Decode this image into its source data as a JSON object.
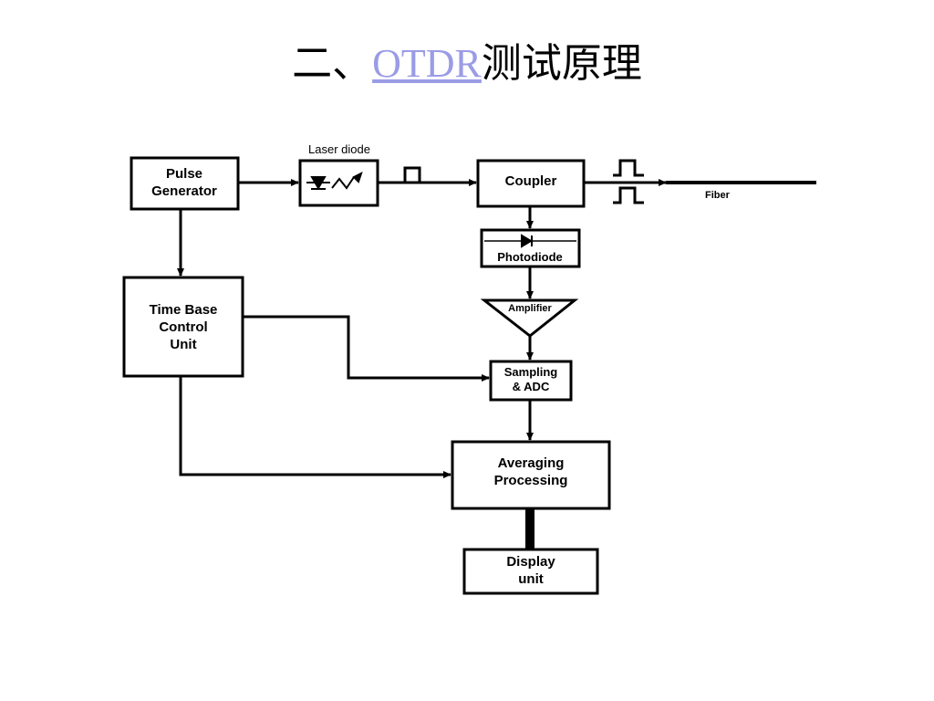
{
  "title": {
    "prefix": "二、",
    "link": "OTDR",
    "suffix": "测试原理"
  },
  "diagram": {
    "pulse_generator": [
      "Pulse",
      "Generator"
    ],
    "laser_diode_label": "Laser diode",
    "coupler": "Coupler",
    "fiber": "Fiber",
    "photodiode": "Photodiode",
    "amplifier": "Amplifier",
    "time_base": [
      "Time Base",
      "Control",
      "Unit"
    ],
    "sampling": [
      "Sampling",
      "& ADC"
    ],
    "averaging": [
      "Averaging",
      "Processing"
    ],
    "display": [
      "Display",
      "unit"
    ]
  },
  "colors": {
    "link": "#9a9ce6",
    "line": "#000000",
    "background": "#ffffff"
  }
}
